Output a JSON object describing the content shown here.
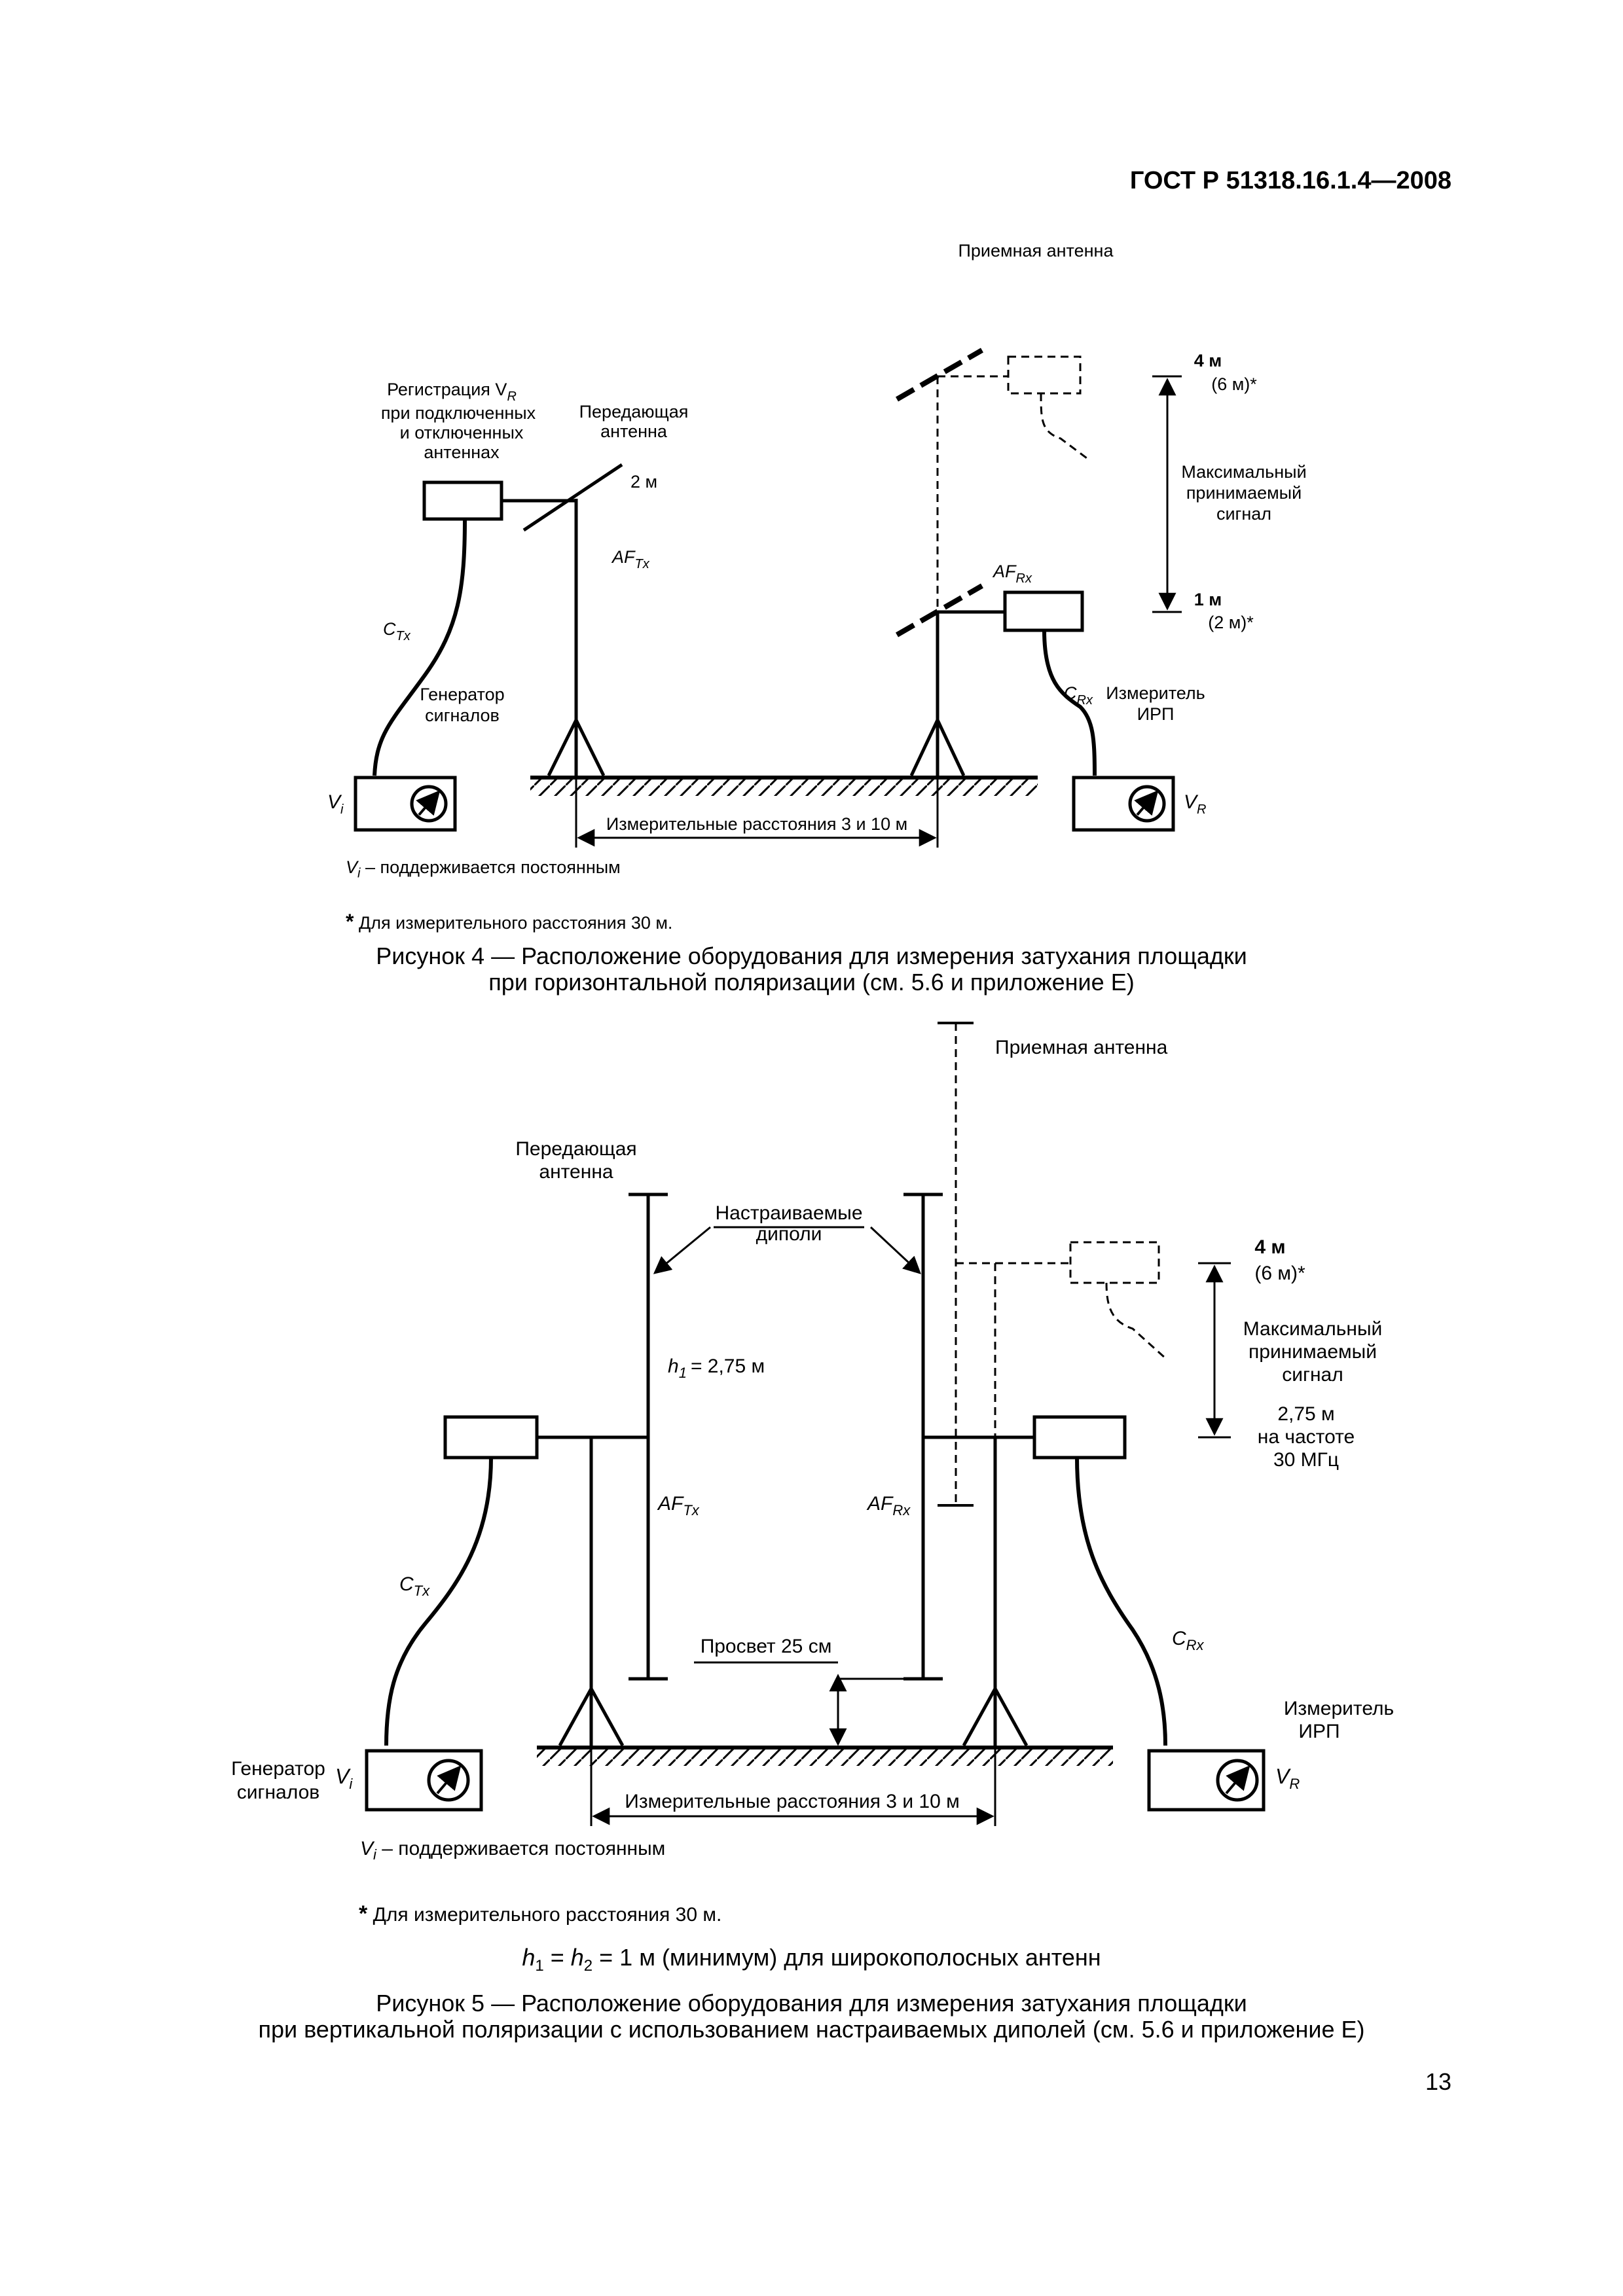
{
  "header": {
    "doc_id": "ГОСТ Р 51318.16.1.4—2008"
  },
  "figure4": {
    "rx_antenna": "Приемная антенна",
    "reg_line1": "Регистрация V",
    "reg_sub": "R",
    "reg_line2": "при подключенных",
    "reg_line3": "и отключенных",
    "reg_line4": "антеннах",
    "tx_antenna_1": "Передающая",
    "tx_antenna_2": "антенна",
    "h_2m": "2 м",
    "af_tx": "AF",
    "af_tx_sub": "Tx",
    "af_rx": "AF",
    "af_rx_sub": "Rx",
    "c_tx": "C",
    "c_tx_sub": "Tx",
    "c_rx": "C",
    "c_rx_sub": "Rx",
    "gen_1": "Генератор",
    "gen_2": "сигналов",
    "meter_1": "Измеритель",
    "meter_2": "ИРП",
    "vi": "V",
    "vi_sub": "i",
    "vr": "V",
    "vr_sub": "R",
    "dist": "Измерительные расстояния 3 и 10 м",
    "top_h": "4 м",
    "top_h_alt": "(6 м)*",
    "max_1": "Максимальный",
    "max_2": "принимаемый",
    "max_3": "сигнал",
    "bot_h": "1 м",
    "bot_h_alt": "(2 м)*",
    "vi_const": "– поддерживается постоянным",
    "footnote": "Для измерительного расстояния 30 м.",
    "caption_1": "Рисунок 4 — Расположение оборудования для измерения затухания площадки",
    "caption_2": "при горизонтальной поляризации (см. 5.6 и приложение Е)"
  },
  "figure5": {
    "rx_antenna": "Приемная антенна",
    "tx_antenna_1": "Передающая",
    "tx_antenna_2": "антенна",
    "dipoles_1": "Настраиваемые",
    "dipoles_2": "диполи",
    "h1_label": "h",
    "h1_sub": "1",
    "h1_val": "= 2,75 м",
    "af_tx": "AF",
    "af_tx_sub": "Tx",
    "af_rx": "AF",
    "af_rx_sub": "Rx",
    "c_tx": "C",
    "c_tx_sub": "Tx",
    "c_rx": "C",
    "c_rx_sub": "Rx",
    "clearance": "Просвет 25 см",
    "gen_1": "Генератор",
    "gen_2": "сигналов",
    "meter_1": "Измеритель",
    "meter_2": "ИРП",
    "vi": "V",
    "vi_sub": "i",
    "vr": "V",
    "vr_sub": "R",
    "dist": "Измерительные расстояния 3 и 10 м",
    "top_h": "4 м",
    "top_h_alt": "(6 м)*",
    "max_1": "Максимальный",
    "max_2": "принимаемый",
    "max_3": "сигнал",
    "bot_h": "2,75 м",
    "bot_h_2": "на частоте",
    "bot_h_3": "30 МГц",
    "vi_const": "– поддерживается постоянным",
    "footnote": "Для измерительного расстояния 30 м.",
    "h_eq_h1": "h",
    "h_eq_h1_sub": "1",
    "h_eq_mid": " = ",
    "h_eq_h2": "h",
    "h_eq_h2_sub": "2",
    "h_eq_rest": " = 1 м (минимум) для широкополосных антенн",
    "caption_1": "Рисунок 5 — Расположение оборудования для измерения затухания площадки",
    "caption_2": "при вертикальной поляризации с использованием настраиваемых диполей (см. 5.6 и приложение Е)"
  },
  "page_number": "13"
}
